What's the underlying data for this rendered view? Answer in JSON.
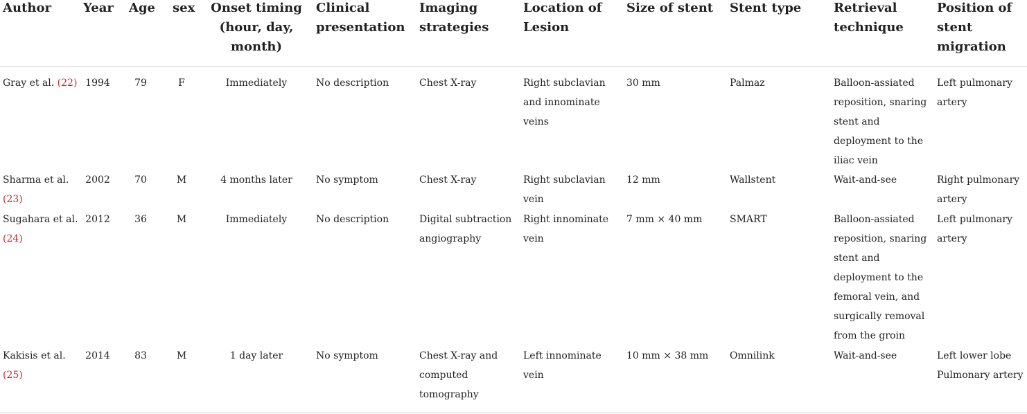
{
  "headers": {
    "author": "Author",
    "year": "Year",
    "age": "Age",
    "sex": "sex",
    "onset": [
      "Onset timing",
      "(hour, day,",
      "month)"
    ],
    "clinical": [
      "Clinical",
      "presentation"
    ],
    "imaging": [
      "Imaging",
      "strategies"
    ],
    "location": [
      "Location of",
      "Lesion"
    ],
    "size": "Size of stent",
    "type": "Stent type",
    "retrieval": [
      "Retrieval",
      "technique"
    ],
    "position": [
      "Position of",
      "stent",
      "migration"
    ]
  },
  "rows": [
    {
      "author": [
        "Gray et al."
      ],
      "ref": "(22)",
      "ref_inline": true,
      "year": "1994",
      "age": "79",
      "sex": "F",
      "onset": "Immediately",
      "clinical": "No description",
      "imaging": [
        "Chest X-ray"
      ],
      "location": [
        "Right subclavian",
        "and innominate",
        "veins"
      ],
      "size": "30 mm",
      "type": "Palmaz",
      "retrieval": [
        "Balloon-assiated",
        "reposition, snaring",
        "stent and",
        "deployment to the",
        "iliac vein"
      ],
      "position": [
        "Left pulmonary",
        "artery"
      ]
    },
    {
      "author": [
        "Sharma et al."
      ],
      "ref": "(23)",
      "ref_inline": false,
      "year": "2002",
      "age": "70",
      "sex": "M",
      "onset": "4 months later",
      "clinical": "No symptom",
      "imaging": [
        "Chest X-ray"
      ],
      "location": [
        "Right subclavian",
        "vein"
      ],
      "size": "12 mm",
      "type": "Wallstent",
      "retrieval": [
        "Wait-and-see"
      ],
      "position": [
        "Right pulmonary",
        "artery"
      ]
    },
    {
      "author": [
        "Sugahara et al."
      ],
      "ref": "(24)",
      "ref_inline": false,
      "year": "2012",
      "age": "36",
      "sex": "M",
      "onset": "Immediately",
      "clinical": "No description",
      "imaging": [
        "Digital subtraction",
        "angiography"
      ],
      "location": [
        "Right innominate",
        "vein"
      ],
      "size": "7 mm × 40 mm",
      "type": "SMART",
      "retrieval": [
        "Balloon-assiated",
        "reposition, snaring",
        "stent and",
        "deployment to the",
        "femoral vein, and",
        "surgically removal",
        "from the groin"
      ],
      "position": [
        "Left pulmonary",
        "artery"
      ]
    },
    {
      "author": [
        "Kakisis et al."
      ],
      "ref": "(25)",
      "ref_inline": false,
      "year": "2014",
      "age": "83",
      "sex": "M",
      "onset": "1 day later",
      "clinical": "No symptom",
      "imaging": [
        "Chest X-ray and",
        "computed",
        "tomography"
      ],
      "location": [
        "Left innominate",
        "vein"
      ],
      "size": "10 mm × 38 mm",
      "type": "Omnilink",
      "retrieval": [
        "Wait-and-see"
      ],
      "position": [
        "Left lower lobe",
        "Pulmonary artery"
      ]
    }
  ]
}
